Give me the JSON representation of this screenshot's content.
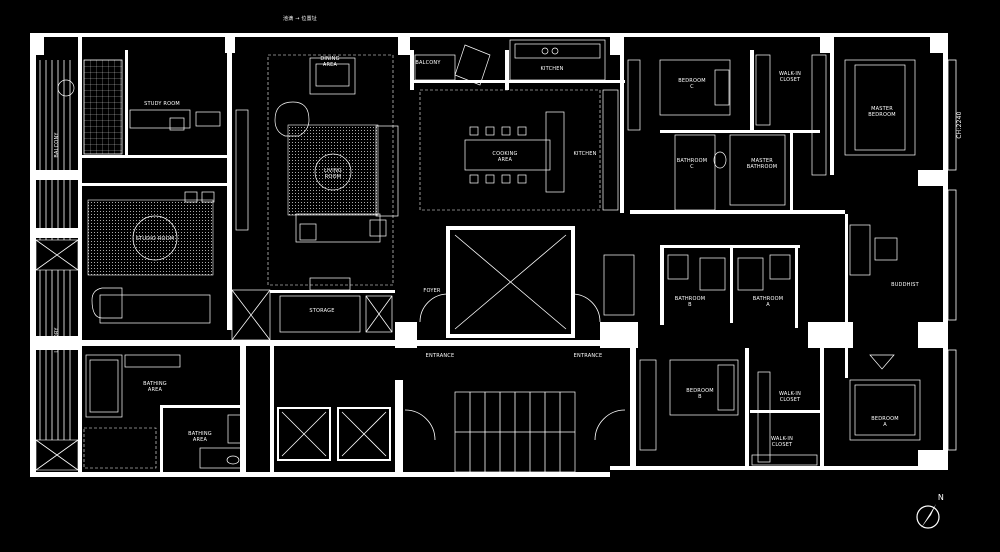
{
  "plan": {
    "ceiling_height": "CH:2240",
    "compass": "N",
    "note": "池滴 → 位置址",
    "rooms": {
      "balcony_left": "BALCONY",
      "laundry": "LAUNDRY",
      "study": "STUDY ROOM",
      "studio": "STUDIO ROOM",
      "bathing_a": "BATHING\nAREA",
      "bathing_b": "BATHING\nAREA",
      "storage": "STORAGE",
      "dining": "DINING\nAREA",
      "living": "LIVING\nROOM",
      "balcony_top": "BALCONY",
      "kitchen_top": "KITCHEN",
      "kitchen": "KITCHEN",
      "island": "COOKING\nAREA",
      "foyer": "FOYER",
      "entrance_left": "ENTRANCE",
      "entrance_right": "ENTRANCE",
      "bedroom_c": "BEDROOM\nC",
      "walkin_top": "WALK-IN\nCLOSET",
      "master_bedroom": "MASTER\nBEDROOM",
      "bathroom_c": "BATHROOM\nC",
      "master_bathroom": "MASTER\nBATHROOM",
      "buddhist": "BUDDHIST",
      "bathroom_b": "BATHROOM\nB",
      "bathroom_a": "BATHROOM\nA",
      "bedroom_b": "BEDROOM\nB",
      "walkin_b": "WALK-IN\nCLOSET",
      "walkin_a": "WALK-IN\nCLOSET",
      "bedroom_a": "BEDROOM\nA"
    }
  }
}
